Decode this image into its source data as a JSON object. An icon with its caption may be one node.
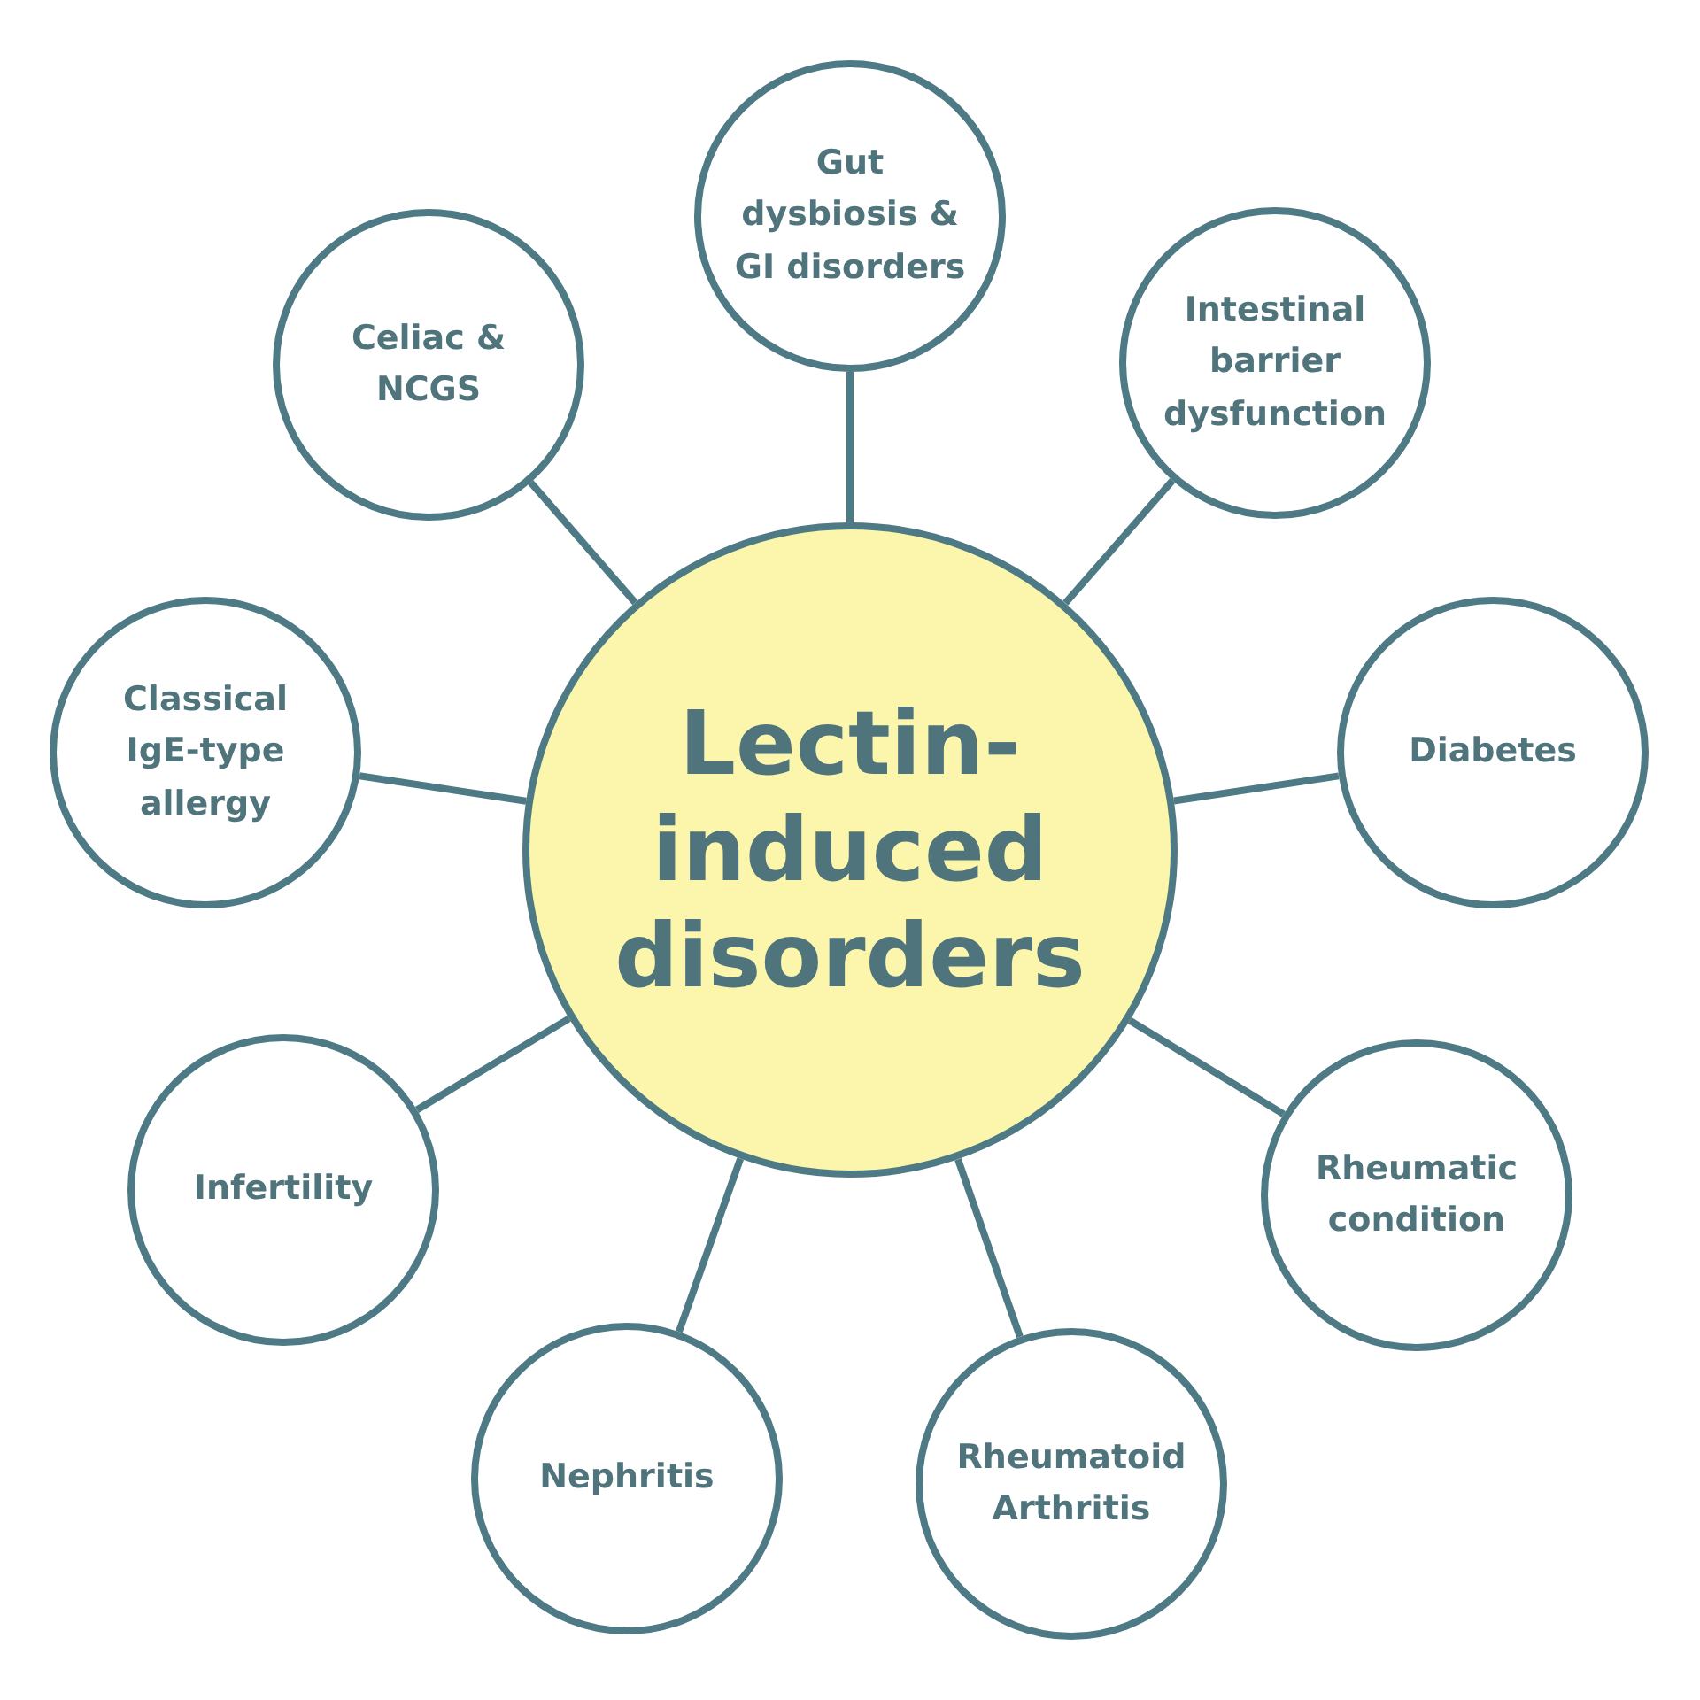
{
  "diagram": {
    "nodes": [
      {
        "text": [
          "Lectin-induced disorders"
        ]
      },
      {
        "text": [
          "Gut dysbiosis & GI disorders"
        ]
      },
      {
        "text": [
          "Intestinal barrier dysfunction"
        ]
      },
      {
        "text": [
          "Diabetes"
        ]
      },
      {
        "text": [
          "Rheumatic condition"
        ]
      },
      {
        "text": [
          "Rheumatoid Arthritis"
        ]
      },
      {
        "text": [
          "Nephritis"
        ]
      },
      {
        "text": [
          "Infertility"
        ]
      },
      {
        "text": [
          "Classical IgE-type allergy"
        ]
      },
      {
        "text": [
          "Celiac & NCGS"
        ]
      }
    ],
    "edges": [
      {
        "from": 0,
        "to": 1,
        "arrow": "none"
      },
      {
        "from": 0,
        "to": 2,
        "arrow": "none"
      },
      {
        "from": 0,
        "to": 3,
        "arrow": "none"
      },
      {
        "from": 0,
        "to": 4,
        "arrow": "none"
      },
      {
        "from": 0,
        "to": 5,
        "arrow": "none"
      },
      {
        "from": 0,
        "to": 6,
        "arrow": "none"
      },
      {
        "from": 0,
        "to": 7,
        "arrow": "none"
      },
      {
        "from": 0,
        "to": 8,
        "arrow": "none"
      },
      {
        "from": 0,
        "to": 9,
        "arrow": "none"
      }
    ]
  }
}
